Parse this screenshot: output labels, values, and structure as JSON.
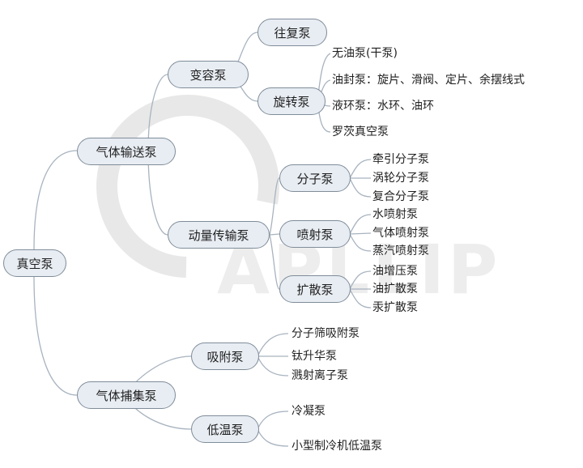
{
  "root": "真空泵",
  "gas_transfer": {
    "label": "气体输送泵",
    "variable_volume": {
      "label": "变容泵",
      "reciprocating": "往复泵",
      "rotary": {
        "label": "旋转泵",
        "items": [
          "无油泵(干泵)",
          "油封泵：旋片、滑阀、定片、余摆线式",
          "液环泵：水环、油环",
          "罗茨真空泵"
        ]
      }
    },
    "momentum_transfer": {
      "label": "动量传输泵",
      "molecular": {
        "label": "分子泵",
        "items": [
          "牵引分子泵",
          "涡轮分子泵",
          "复合分子泵"
        ]
      },
      "jet": {
        "label": "喷射泵",
        "items": [
          "水喷射泵",
          "气体喷射泵",
          "蒸汽喷射泵"
        ]
      },
      "diffusion": {
        "label": "扩散泵",
        "items": [
          "油增压泵",
          "油扩散泵",
          "汞扩散泵"
        ]
      }
    }
  },
  "gas_capture": {
    "label": "气体捕集泵",
    "adsorption": {
      "label": "吸附泵",
      "items": [
        "分子筛吸附泵",
        "钛升华泵",
        "溅射离子泵"
      ]
    },
    "cryogenic": {
      "label": "低温泵",
      "items": [
        "冷凝泵",
        "小型制冷机低温泵"
      ]
    }
  },
  "watermark": "APLLIP",
  "colors": {
    "node_fill": "#e8edf3",
    "node_border": "#7f8c99",
    "connector": "#a8b3bf"
  }
}
